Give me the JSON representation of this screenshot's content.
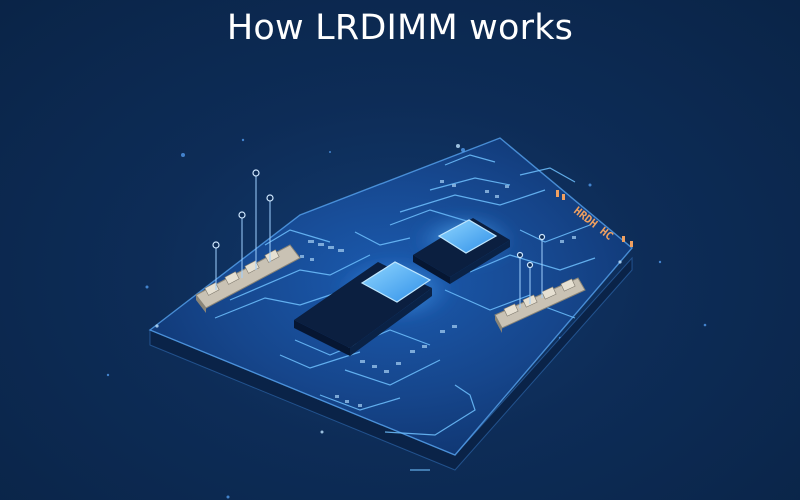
{
  "page": {
    "title": "How LRDIMM works",
    "board_marking": "HRDH HC"
  },
  "colors": {
    "background": "#0d2c57",
    "board_top": "#16468c",
    "board_side": "#0a2348",
    "trace": "#6fc1ff",
    "chip_glow": "#4fb2ff",
    "label_orange": "#f0a060",
    "connector": "#c9c2b4"
  },
  "components": [
    {
      "name": "memory-chip",
      "role": "glowing chip (front)"
    },
    {
      "name": "memory-chip",
      "role": "glowing chip (back)"
    },
    {
      "name": "connector-strip",
      "role": "left connector"
    },
    {
      "name": "connector-strip",
      "role": "right connector"
    }
  ]
}
